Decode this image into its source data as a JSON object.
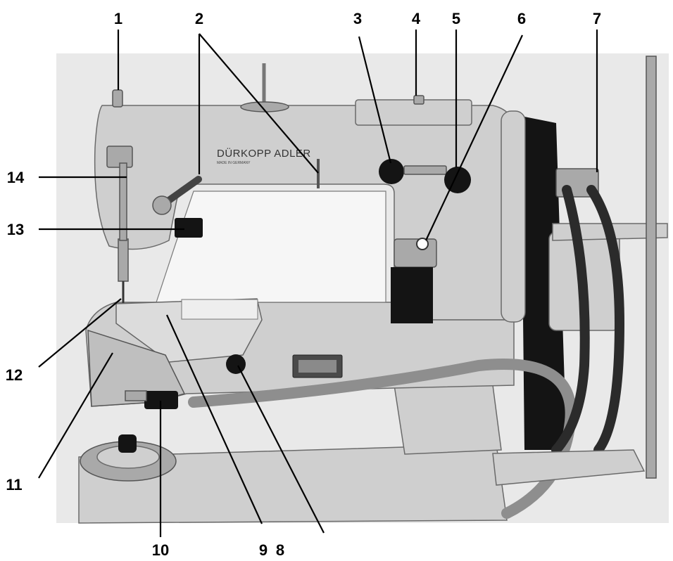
{
  "brand": {
    "logo_text": "DÜRKOPP ADLER",
    "logo_subtext": "MADE IN GERMANY"
  },
  "callouts": [
    {
      "id": "c1",
      "label": "1"
    },
    {
      "id": "c2",
      "label": "2"
    },
    {
      "id": "c3",
      "label": "3"
    },
    {
      "id": "c4",
      "label": "4"
    },
    {
      "id": "c5",
      "label": "5"
    },
    {
      "id": "c6",
      "label": "6"
    },
    {
      "id": "c7",
      "label": "7"
    },
    {
      "id": "c8",
      "label": "8"
    },
    {
      "id": "c9",
      "label": "9"
    },
    {
      "id": "c10",
      "label": "10"
    },
    {
      "id": "c11",
      "label": "11"
    },
    {
      "id": "c12",
      "label": "12"
    },
    {
      "id": "c13",
      "label": "13"
    },
    {
      "id": "c14",
      "label": "14"
    }
  ],
  "colors": {
    "label": "#000000",
    "machine_body": "#cfcfcf",
    "background_photo": "#e9e9e9"
  }
}
